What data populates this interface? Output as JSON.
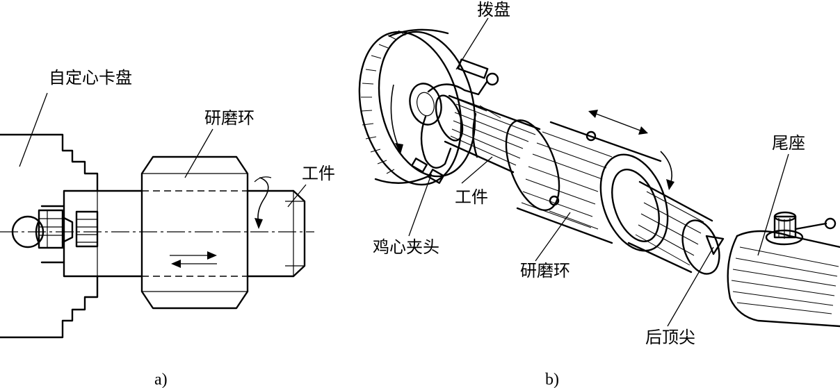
{
  "figure_a": {
    "caption": "a)",
    "labels": {
      "chuck": "自定心卡盘",
      "lap_ring": "研磨环",
      "workpiece": "工件"
    }
  },
  "figure_b": {
    "caption": "b)",
    "labels": {
      "drive_plate": "拨盘",
      "workpiece": "工件",
      "lathe_dog": "鸡心夹头",
      "lap_ring": "研磨环",
      "tailstock": "尾座",
      "tail_center": "后顶尖"
    }
  }
}
